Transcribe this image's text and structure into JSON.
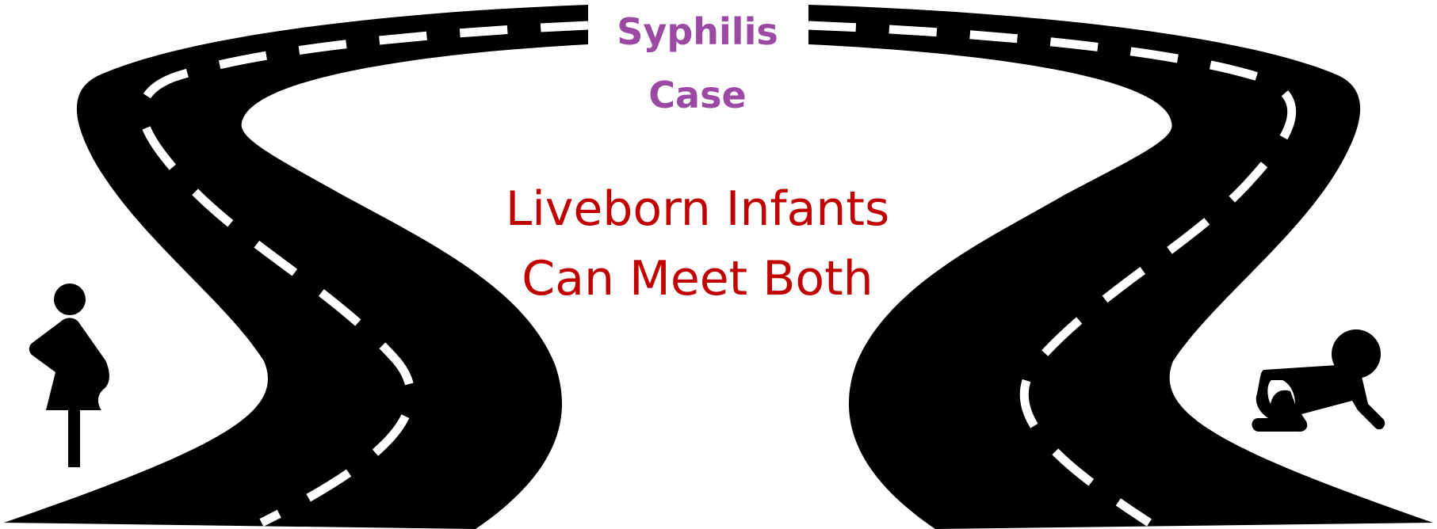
{
  "title": {
    "line1": "Syphilis",
    "line2": "Case",
    "color": "#9a4aa3"
  },
  "center_text": {
    "line1": "Liveborn Infants",
    "line2": "Can Meet Both",
    "color": "#c00000"
  },
  "icons": {
    "left": "pregnant-woman-icon",
    "right": "crawling-baby-icon"
  },
  "colors": {
    "road": "#000000",
    "dash": "#ffffff"
  }
}
